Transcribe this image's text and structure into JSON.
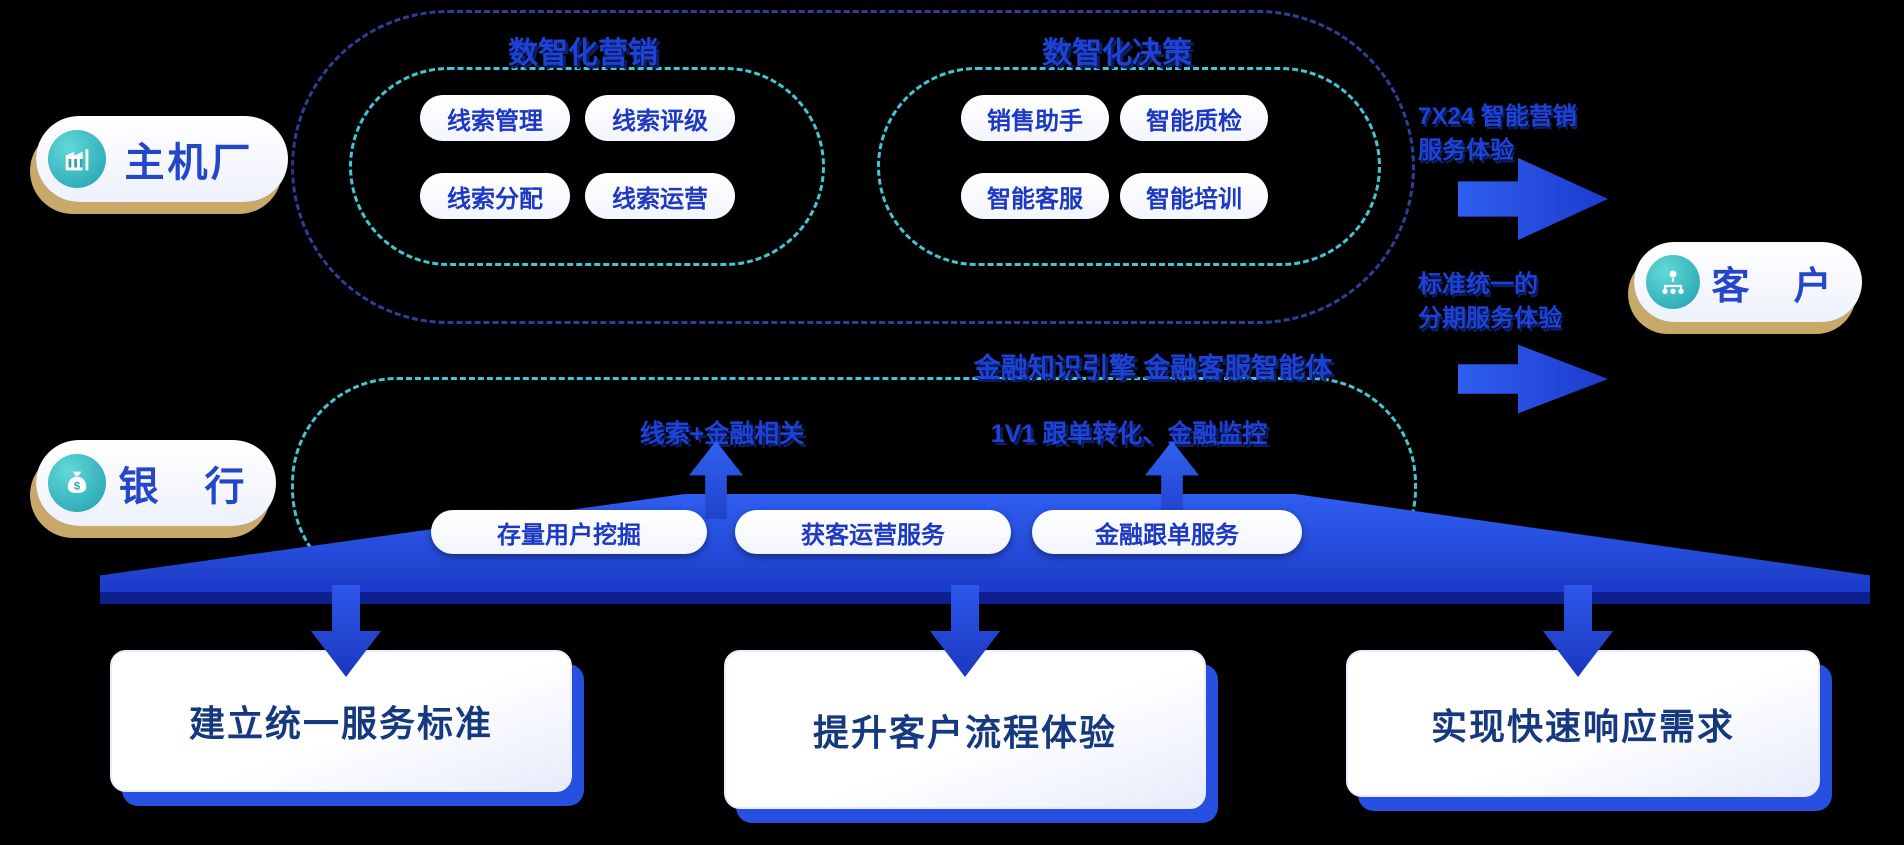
{
  "colors": {
    "primary_blue": "#2653E0",
    "teal_dash": "#41C7D2",
    "navy_dash": "#2B3F9B",
    "tan_shadow": "#C8A96A",
    "title_blue": "#1D42D8",
    "card_text": "#16387F"
  },
  "entities": {
    "oem": {
      "label": "主机厂"
    },
    "bank": {
      "label": "银　行"
    },
    "customer": {
      "label": "客　户"
    }
  },
  "marketing": {
    "title": "数智化营销",
    "items": [
      "线索管理",
      "线索评级",
      "线索分配",
      "线索运营"
    ]
  },
  "decision": {
    "title": "数智化决策",
    "items": [
      "销售助手",
      "智能质检",
      "智能客服",
      "智能培训"
    ]
  },
  "finance": {
    "engine": "金融知识引擎 金融客服智能体",
    "left_note": "线索+金融相关",
    "right_note": "1V1 跟单转化、金融监控",
    "services": [
      "存量用户挖掘",
      "获客运营服务",
      "金融跟单服务"
    ]
  },
  "flows": {
    "top": {
      "line1": "7X24 智能营销",
      "line2": "服务体验"
    },
    "bottom": {
      "line1": "标准统一的",
      "line2": "分期服务体验"
    }
  },
  "goals": [
    "建立统一服务标准",
    "提升客户流程体验",
    "实现快速响应需求"
  ]
}
